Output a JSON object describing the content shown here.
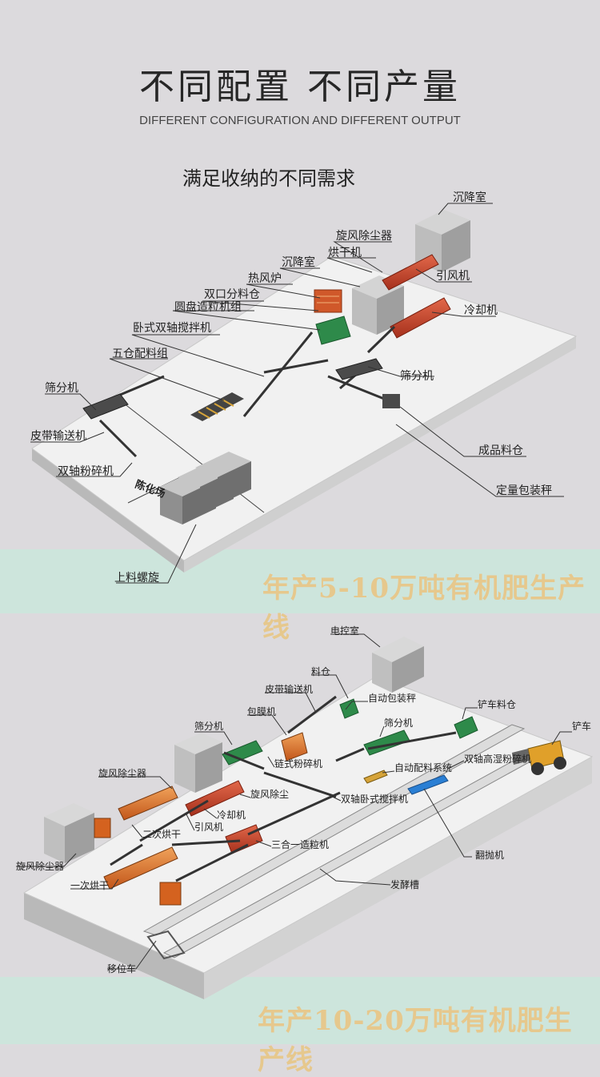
{
  "header": {
    "title": "不同配置 不同产量",
    "subtitle": "DIFFERENT CONFIGURATION AND DIFFERENT OUTPUT",
    "section_heading": "满足收纳的不同需求"
  },
  "line1": {
    "band_title": "年产5-10万吨有机肥生产线",
    "floor_marking": "陈化场",
    "labels": {
      "chenjiangshi_top": "沉降室",
      "xuanfeng": "旋风除尘器",
      "honggan": "烘干机",
      "chenjiangshi": "沉降室",
      "yinfeng": "引风机",
      "refenglu": "热风炉",
      "shuangkou": "双口分料仓",
      "lengque": "冷却机",
      "yuanpan": "圆盘造粒机组",
      "woshi": "卧式双轴搅拌机",
      "wucang": "五仓配料组",
      "shaifen_right": "筛分机",
      "shaifen_left": "筛分机",
      "pidai": "皮带输送机",
      "chengpin": "成品料仓",
      "shuangzhou": "双轴粉碎机",
      "dingliang": "定量包装秤",
      "shangliao": "上料螺旋"
    }
  },
  "line2": {
    "band_title": "年产10-20万吨有机肥生产线",
    "labels": {
      "diankong": "电控室",
      "liaocang": "料仓",
      "pidai": "皮带输送机",
      "zidongbaozhuang": "自动包装秤",
      "baomo": "包膜机",
      "chanche_liaocang": "铲车料仓",
      "shaifen_left": "筛分机",
      "shaifen_right": "筛分机",
      "chanche": "铲车",
      "xuanfeng_mid": "旋风除尘器",
      "lianshi": "链式粉碎机",
      "zidongpeiliao": "自动配料系统",
      "shuangzhougaoshi": "双轴高湿粉碎机",
      "xuanfengchuchen": "旋风除尘",
      "shuangzhoujiaoban": "双轴卧式搅拌机",
      "lengque": "冷却机",
      "erci": "二次烘干",
      "yinfeng": "引风机",
      "sanhe": "三合一造粒机",
      "fanpao": "翻抛机",
      "xuanfeng_left": "旋风除尘器",
      "yici": "一次烘干",
      "fajiao": "发酵槽",
      "yiwei": "移位车"
    }
  },
  "colors": {
    "background": "#dcdadd",
    "floor": "#f1f1f1",
    "band": "#cde5dc",
    "band_text": "#e6c88d",
    "dryer": "#c9442a",
    "equipment_green": "#2e8a4a",
    "equipment_orange": "#d4621f",
    "building": "#b8b8b8"
  }
}
